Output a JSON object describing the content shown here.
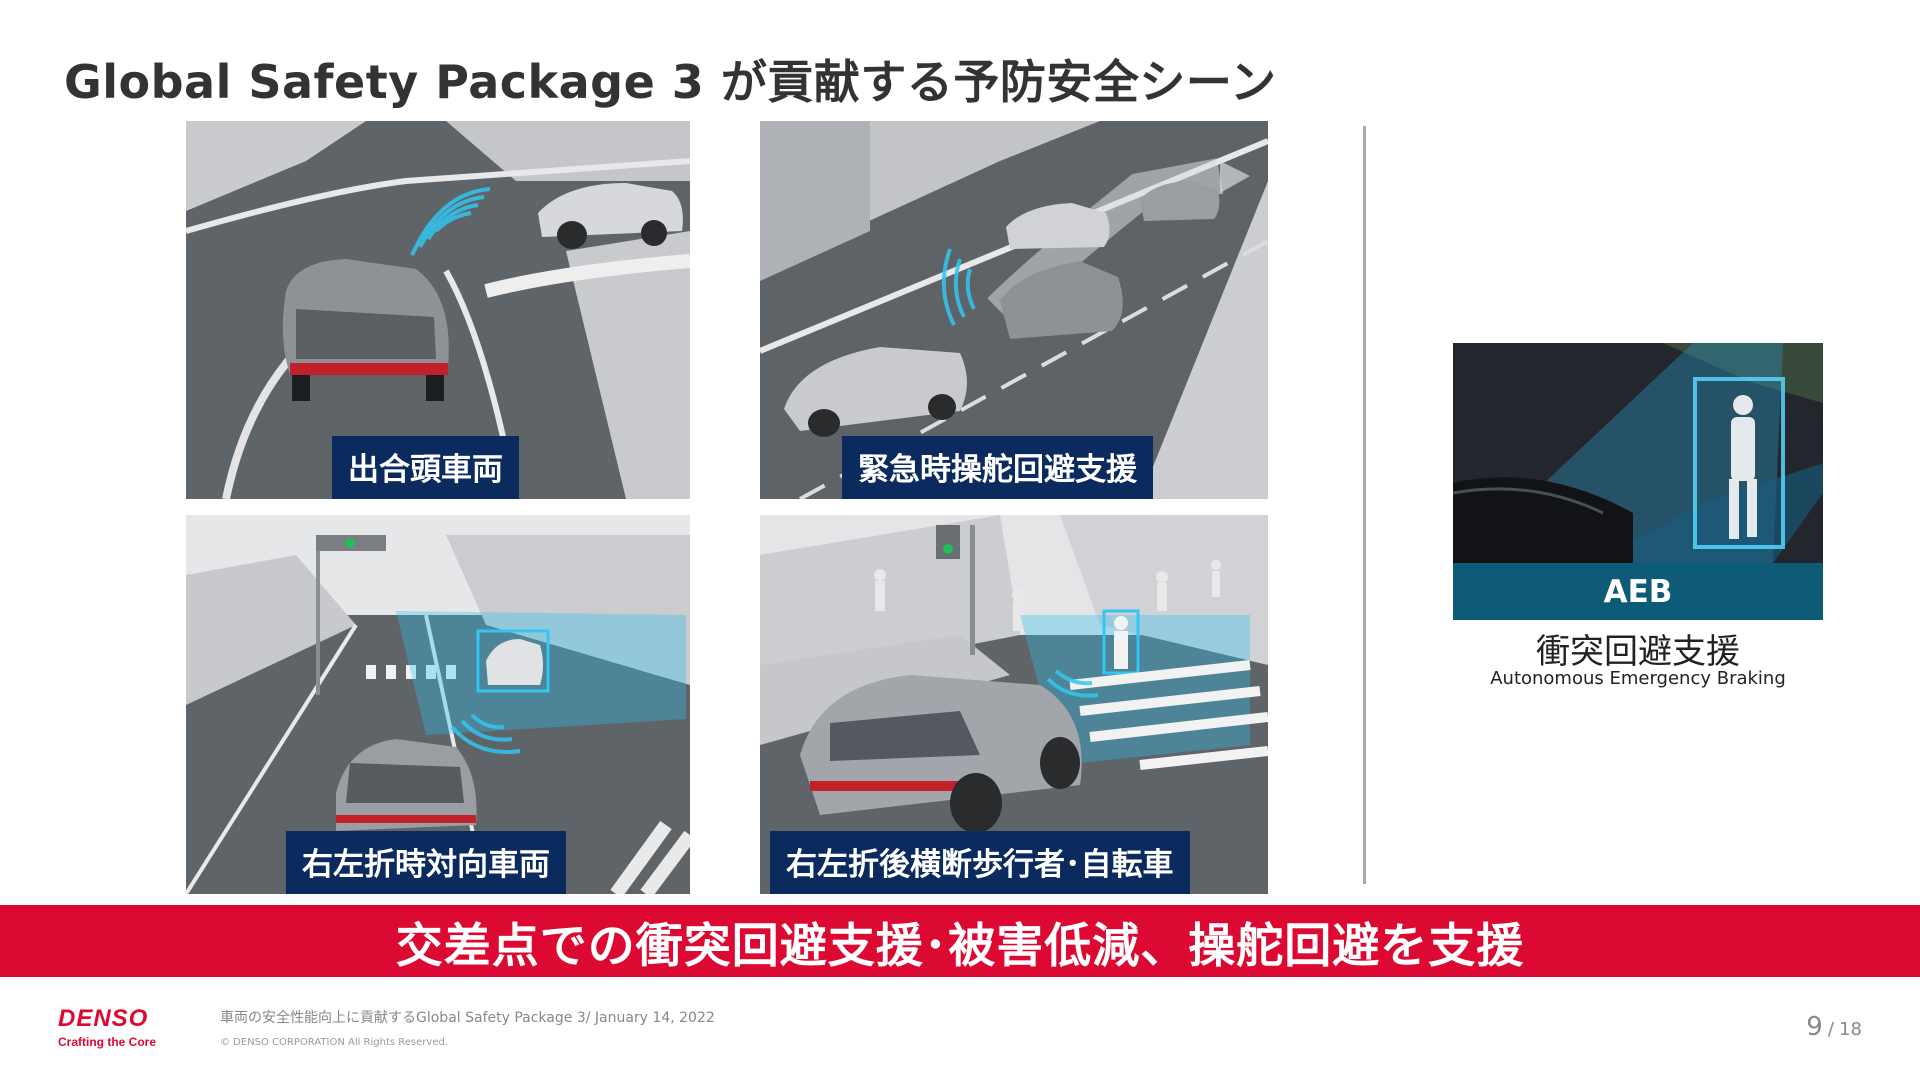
{
  "slide": {
    "title": "Global Safety Package 3 が貢献する予防安全シーン"
  },
  "scenes": [
    {
      "label": "出合頭車両"
    },
    {
      "label": "緊急時操舵回避支援"
    },
    {
      "label": "右左折時対向車両"
    },
    {
      "label": "右左折後横断歩行者･自転車"
    }
  ],
  "aeb": {
    "label": "AEB",
    "title_jp": "衝突回避支援",
    "title_en": "Autonomous Emergency Braking"
  },
  "banner": {
    "text": "交差点での衝突回避支援･被害低減、操舵回避を支援"
  },
  "footer": {
    "brand": "DENSO",
    "tagline": "Crafting the Core",
    "doc": "車両の安全性能向上に貢献するGlobal Safety Package 3/ January 14, 2022",
    "copyright": "© DENSO CORPORATION All Rights Reserved.",
    "page_current": "9",
    "page_separator": "/",
    "page_total": "18"
  },
  "colors": {
    "banner_red": "#dc0a32",
    "label_navy": "#0b2a5e",
    "aeb_teal": "#0e5b78",
    "sensor_cyan": "#33c6f0"
  }
}
